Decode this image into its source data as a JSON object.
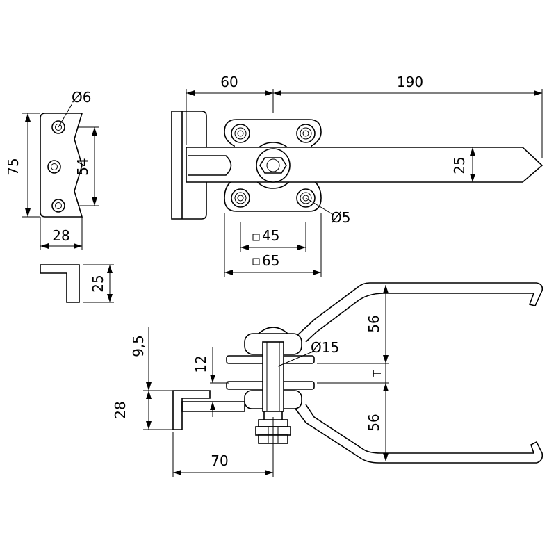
{
  "colors": {
    "line": "#000000",
    "background": "#ffffff"
  },
  "dimensions": {
    "top_left_width": "60",
    "top_total_width": "190",
    "arm_height": "25",
    "bracket_height": "75",
    "bracket_hole_spacing": "54",
    "bracket_width": "28",
    "bracket_hole_diameter": "Ø6",
    "side_bracket_height": "25",
    "base_hole_diameter": "Ø5",
    "base_inner_square": "45",
    "base_outer_square": "65",
    "handle_upper": "56",
    "handle_lower": "56",
    "thickness_label": "T",
    "washer_diameter": "Ø15",
    "spacing_12": "12",
    "offset_9_5": "9,5",
    "side_height_28": "28",
    "side_length_70": "70"
  }
}
